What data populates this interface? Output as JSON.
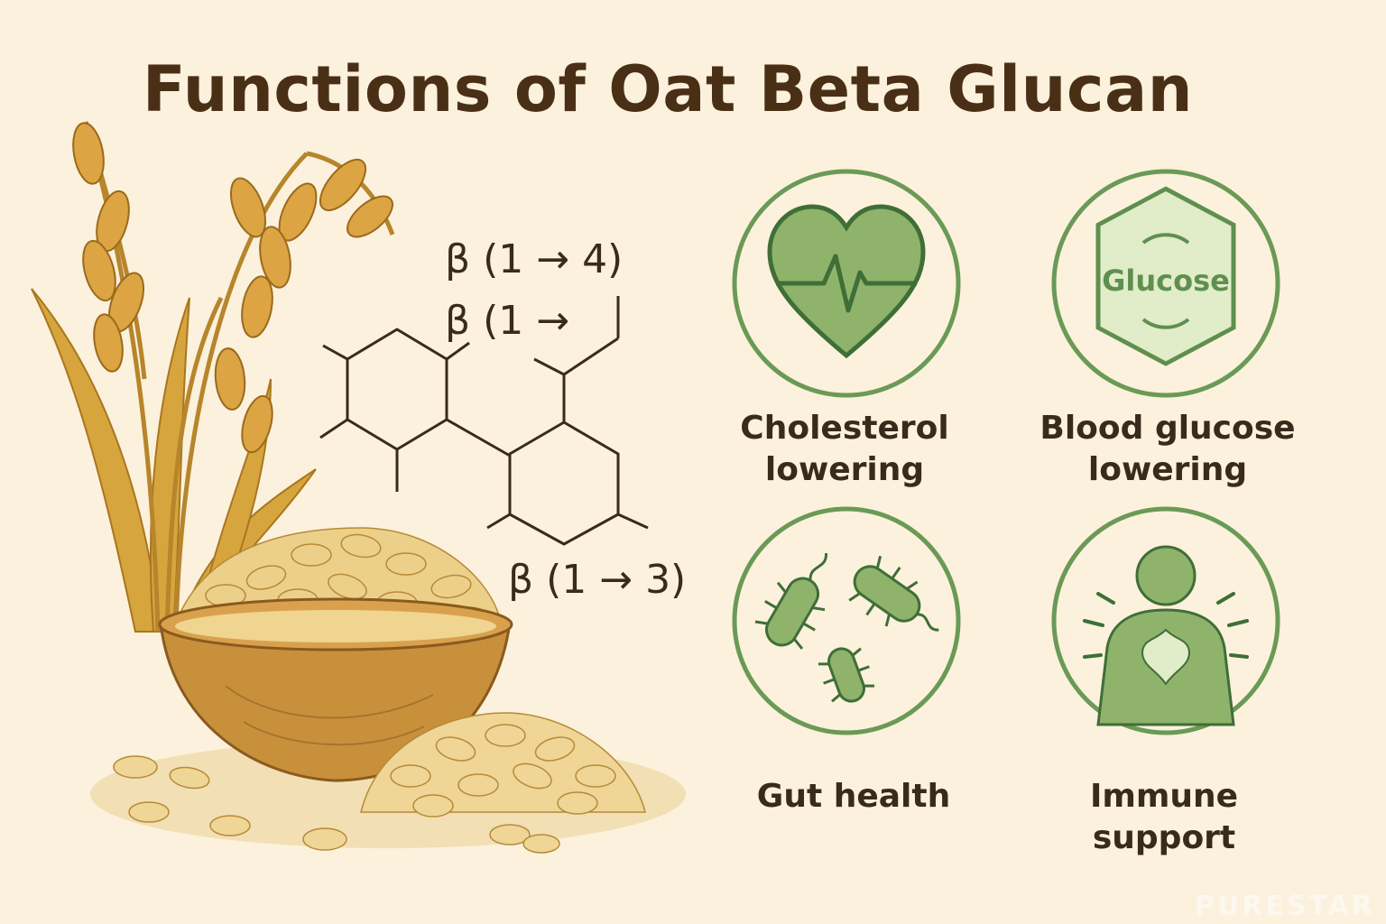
{
  "title": "Functions of Oat Beta Glucan",
  "bonds": {
    "b14": "β (1 → 4)",
    "b1": "β (1 →",
    "b13": "β (1 → 3)"
  },
  "benefits": [
    {
      "label": "Cholesterol lowering",
      "icon": "heart-pulse-icon"
    },
    {
      "label": "Blood glucose lowering",
      "icon": "glucose-hexagon-icon",
      "icon_text": "Glucose"
    },
    {
      "label": "Gut health",
      "icon": "bacteria-icon"
    },
    {
      "label": "Immune support",
      "icon": "person-immune-icon"
    }
  ],
  "watermark": "PURESTAR",
  "colors": {
    "background": "#fbf1dc",
    "title": "#4a2f17",
    "green_dark": "#5f8f4f",
    "green_fill": "#8fb36b",
    "green_light": "#e1ecc8",
    "oat_gold": "#d9a441",
    "bowl": "#c9903c"
  }
}
